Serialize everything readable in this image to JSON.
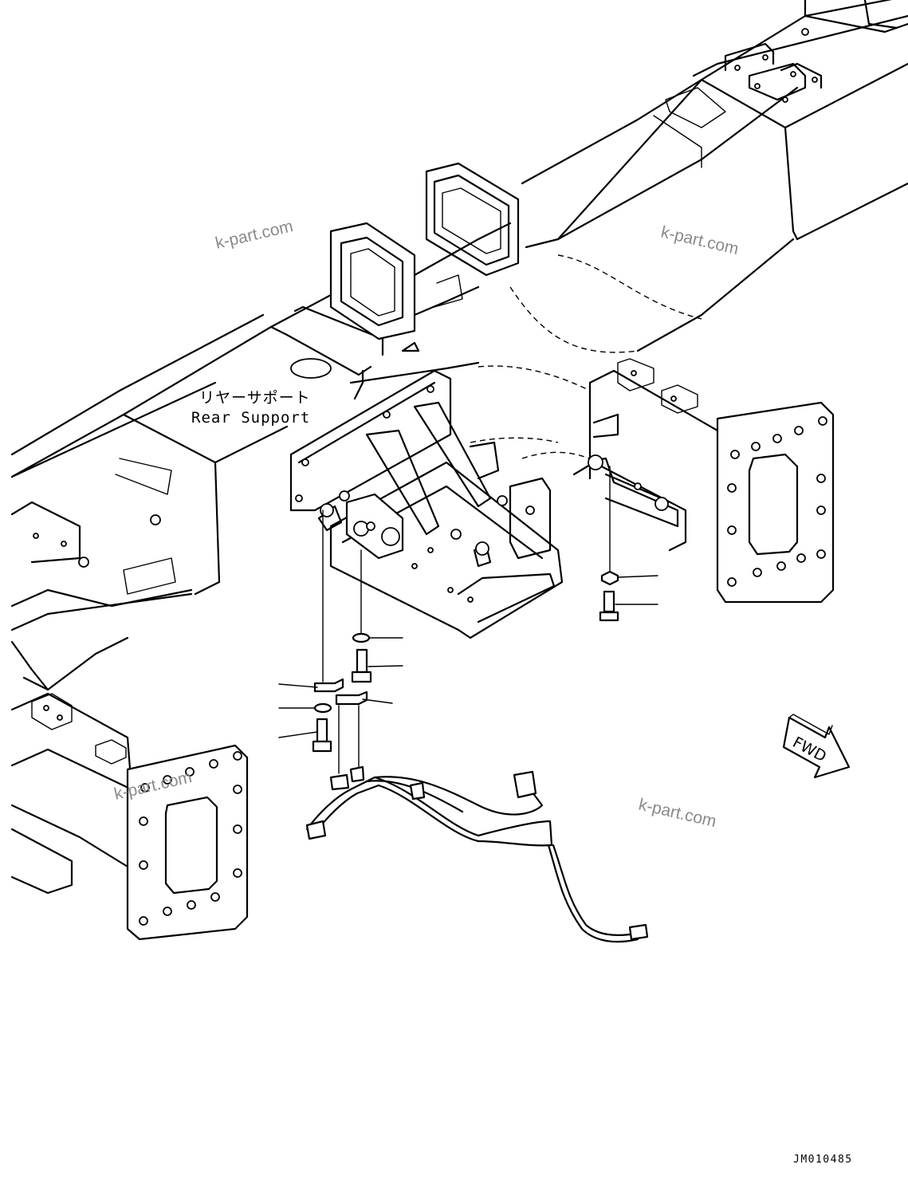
{
  "callout": {
    "label_jp": "リヤーサポート",
    "label_en": "Rear Support"
  },
  "direction_marker": {
    "text": "FWD"
  },
  "drawing_code": "JM010485",
  "watermarks": [
    "k-part.com",
    "k-part.com",
    "k-part.com",
    "k-part.com"
  ],
  "colors": {
    "line": "#000000",
    "background": "#ffffff",
    "watermark": "#8a8a8a"
  },
  "icons": [
    "fwd-arrow-icon"
  ]
}
